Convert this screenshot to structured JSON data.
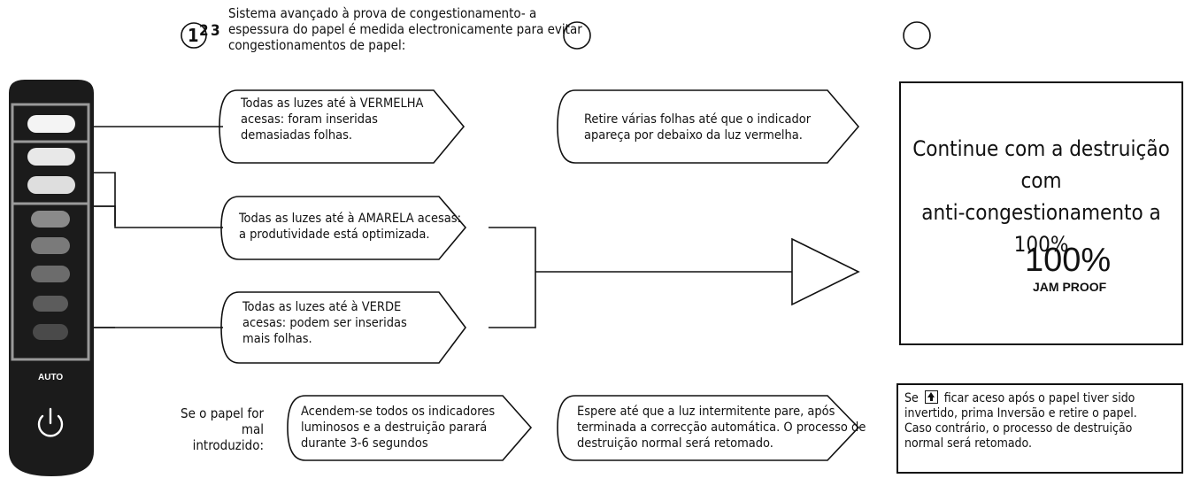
{
  "steps": {
    "one": "1",
    "two": "2",
    "three": "3"
  },
  "intro": {
    "line1": "Sistema avançado à prova de congestionamento- a",
    "line2": "espessura do papel é medida electronicamente para evitar",
    "line3": "congestionamentos de papel:"
  },
  "conditions": {
    "red": {
      "line1": "Todas as luzes até à VERMELHA",
      "line2": "acesas: foram inseridas",
      "line3": "demasiadas folhas."
    },
    "yellow": {
      "line1": "Todas as luzes até à AMARELA acesas:",
      "line2": "a produtividade está optimizada."
    },
    "green": {
      "line1": "Todas as luzes até à VERDE",
      "line2": "acesas: podem ser inseridas",
      "line3": "mais folhas."
    }
  },
  "actions": {
    "remove": {
      "line1": "Retire várias folhas até que o indicador",
      "line2": "apareça por debaixo da luz vermelha."
    },
    "wait": {
      "line1": "Espere até que a luz intermitente pare, após",
      "line2": "terminada a correcção automática. O processo de",
      "line3": "destruição normal será retomado."
    }
  },
  "result": {
    "line1": "Continue com a destruição com",
    "line2": "anti-congestionamento a 100%",
    "badge_pct": "100%",
    "badge_label": "JAM PROOF"
  },
  "misfeed": {
    "label_line1": "Se o papel for mal",
    "label_line2": "introduzido:",
    "bubble_line1": "Acendem-se todos os indicadores",
    "bubble_line2": "luminosos e a destruição parará",
    "bubble_line3": "durante 3-6 segundos"
  },
  "reverse_note": {
    "prefix": "Se",
    "line1_rest": "ficar aceso após o papel tiver sido",
    "line2": "invertido, prima Inversão e retire o papel.",
    "line3": "Caso contrário, o processo de destruição",
    "line4": "normal será retomado."
  },
  "panel": {
    "auto_label": "AUTO"
  },
  "icons": [
    "power-icon",
    "reverse-arrow-icon",
    "jam-proof-meter-icon"
  ]
}
